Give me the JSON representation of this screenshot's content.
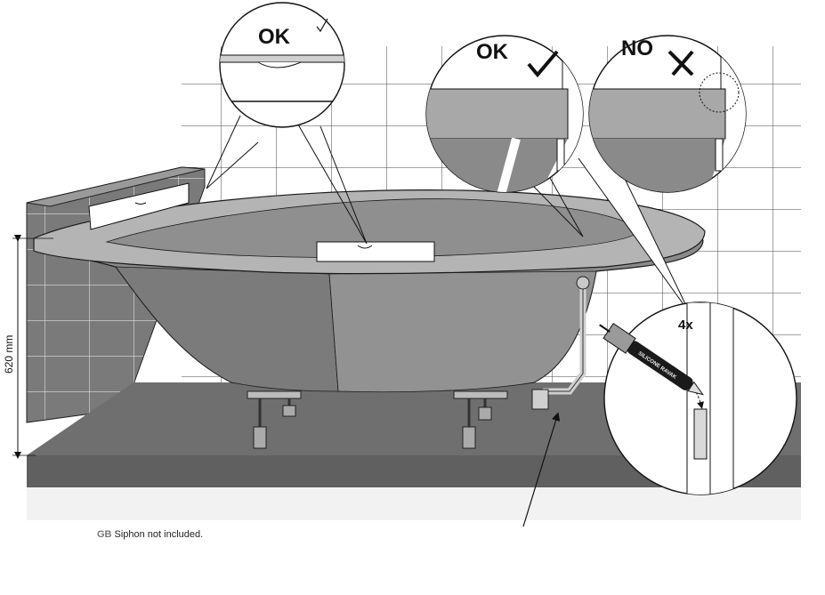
{
  "callouts": {
    "level_ok": "OK",
    "wall_ok": "OK",
    "wall_no": "NO",
    "clip_count": "4x"
  },
  "dimension": {
    "height_label": "620 mm"
  },
  "silicone_label": "SILICONE RAVAK",
  "caption": {
    "lang_code": "GB",
    "text": "Siphon not included."
  },
  "colors": {
    "wall_tile": "#ffffff",
    "side_wall": "#7a7a7a",
    "floor": "#6f6f6f",
    "tub_body": "#8a8a8a",
    "tub_rim": "#b4b4b4",
    "outline": "#1a1a1a"
  }
}
